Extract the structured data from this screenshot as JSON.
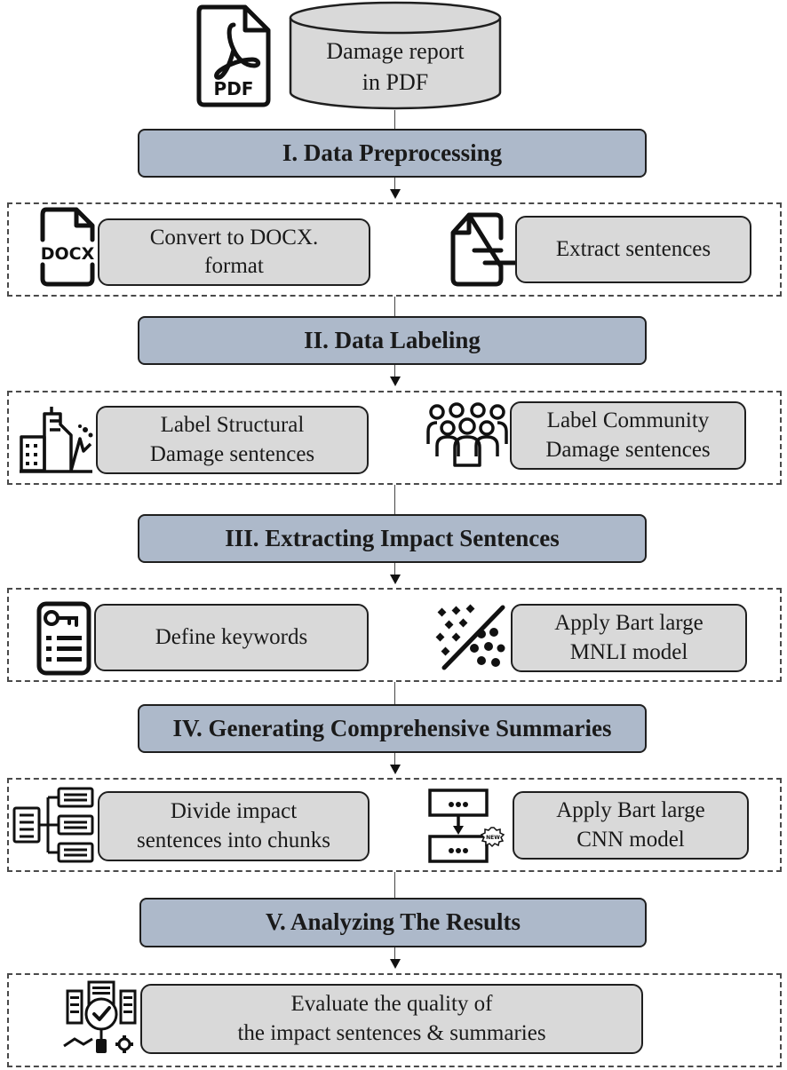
{
  "source": {
    "label": "Damage report\nin PDF",
    "pdf_icon_text": "PDF"
  },
  "stages": [
    {
      "title": "I. Data Preprocessing",
      "steps": [
        {
          "label": "Convert to DOCX.\nformat",
          "icon": "docx-file-icon",
          "icon_text": "DOCX"
        },
        {
          "label": "Extract sentences",
          "icon": "text-file-icon"
        }
      ]
    },
    {
      "title": "II. Data Labeling",
      "steps": [
        {
          "label": "Label Structural\nDamage sentences",
          "icon": "damaged-building-icon"
        },
        {
          "label": "Label Community\nDamage sentences",
          "icon": "community-people-icon"
        }
      ]
    },
    {
      "title": "III. Extracting Impact Sentences",
      "steps": [
        {
          "label": "Define keywords",
          "icon": "keyword-list-icon"
        },
        {
          "label": "Apply Bart large\nMNLI model",
          "icon": "classification-icon"
        }
      ]
    },
    {
      "title": "IV. Generating Comprehensive Summaries",
      "steps": [
        {
          "label": "Divide impact\nsentences into chunks",
          "icon": "chunk-tree-icon"
        },
        {
          "label": "Apply Bart large\nCNN model",
          "icon": "summary-flow-icon",
          "icon_text": "NEW"
        }
      ]
    },
    {
      "title": "V. Analyzing The Results",
      "steps": [
        {
          "label": "Evaluate the quality of\nthe impact sentences & summaries",
          "icon": "quality-check-icon"
        }
      ]
    }
  ]
}
